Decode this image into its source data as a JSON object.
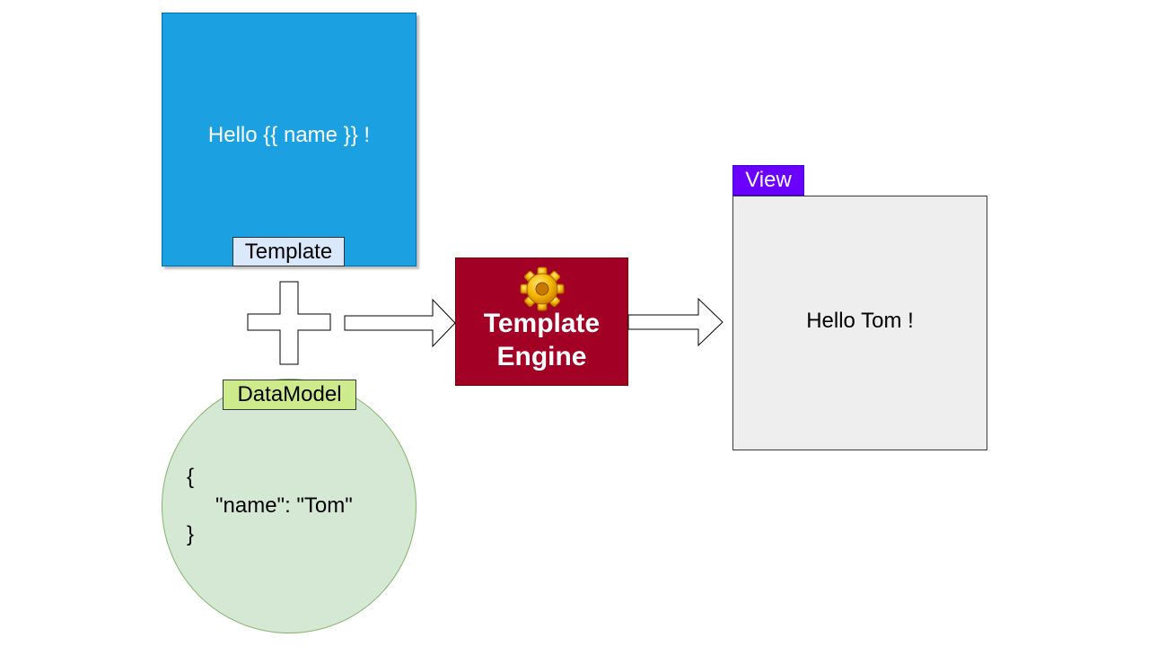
{
  "template": {
    "content": "Hello {{ name }} !",
    "label": "Template",
    "color": "#1ba1e2",
    "label_color": "#dae8fc"
  },
  "engine": {
    "line1": "Template",
    "line2": "Engine",
    "icon": "gear-icon",
    "color": "#a20025"
  },
  "data_model": {
    "label": "DataModel",
    "json_open": "{",
    "json_body": "\"name\": \"Tom\"",
    "json_close": "}",
    "color": "#d5e8d4",
    "label_color": "#cdeb8b"
  },
  "view": {
    "label": "View",
    "content": "Hello Tom !",
    "color": "#eeeeee",
    "label_color": "#6a00ff"
  },
  "connectors": {
    "plus": "plus-icon",
    "arrow": "arrow-right-icon"
  }
}
